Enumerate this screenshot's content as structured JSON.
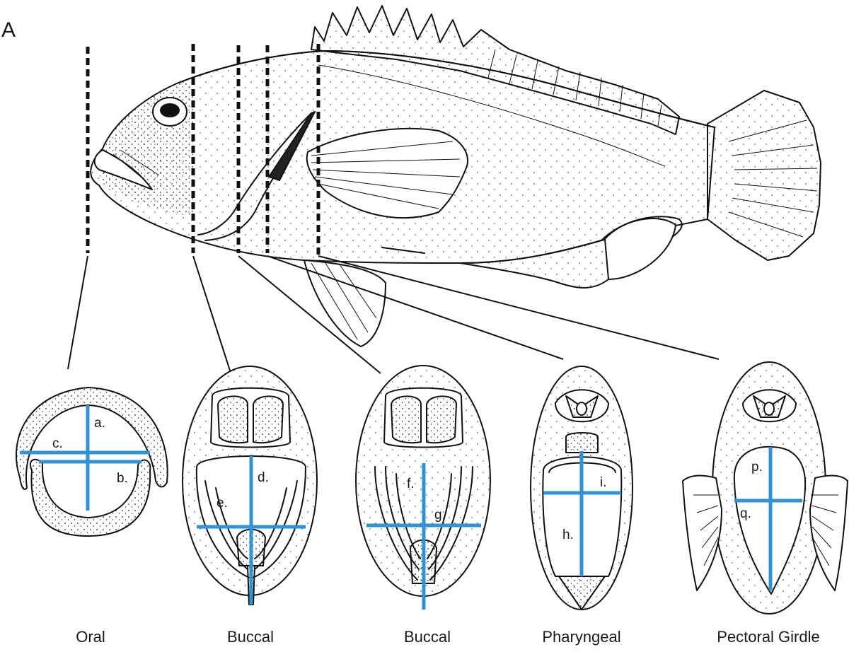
{
  "figure": {
    "panel_letter": "A",
    "section_labels": [
      "Oral",
      "Buccal",
      "Buccal",
      "Pharyngeal",
      "Pectoral Girdle"
    ],
    "measurements": {
      "a": "a.",
      "b": "b.",
      "c": "c.",
      "d": "d.",
      "e": "e.",
      "f": "f.",
      "g": "g.",
      "h": "h.",
      "i": "i.",
      "p": "p.",
      "q": "q."
    },
    "colors": {
      "ink": "#111111",
      "measurement": "#2f93d6",
      "background": "#ffffff"
    }
  }
}
